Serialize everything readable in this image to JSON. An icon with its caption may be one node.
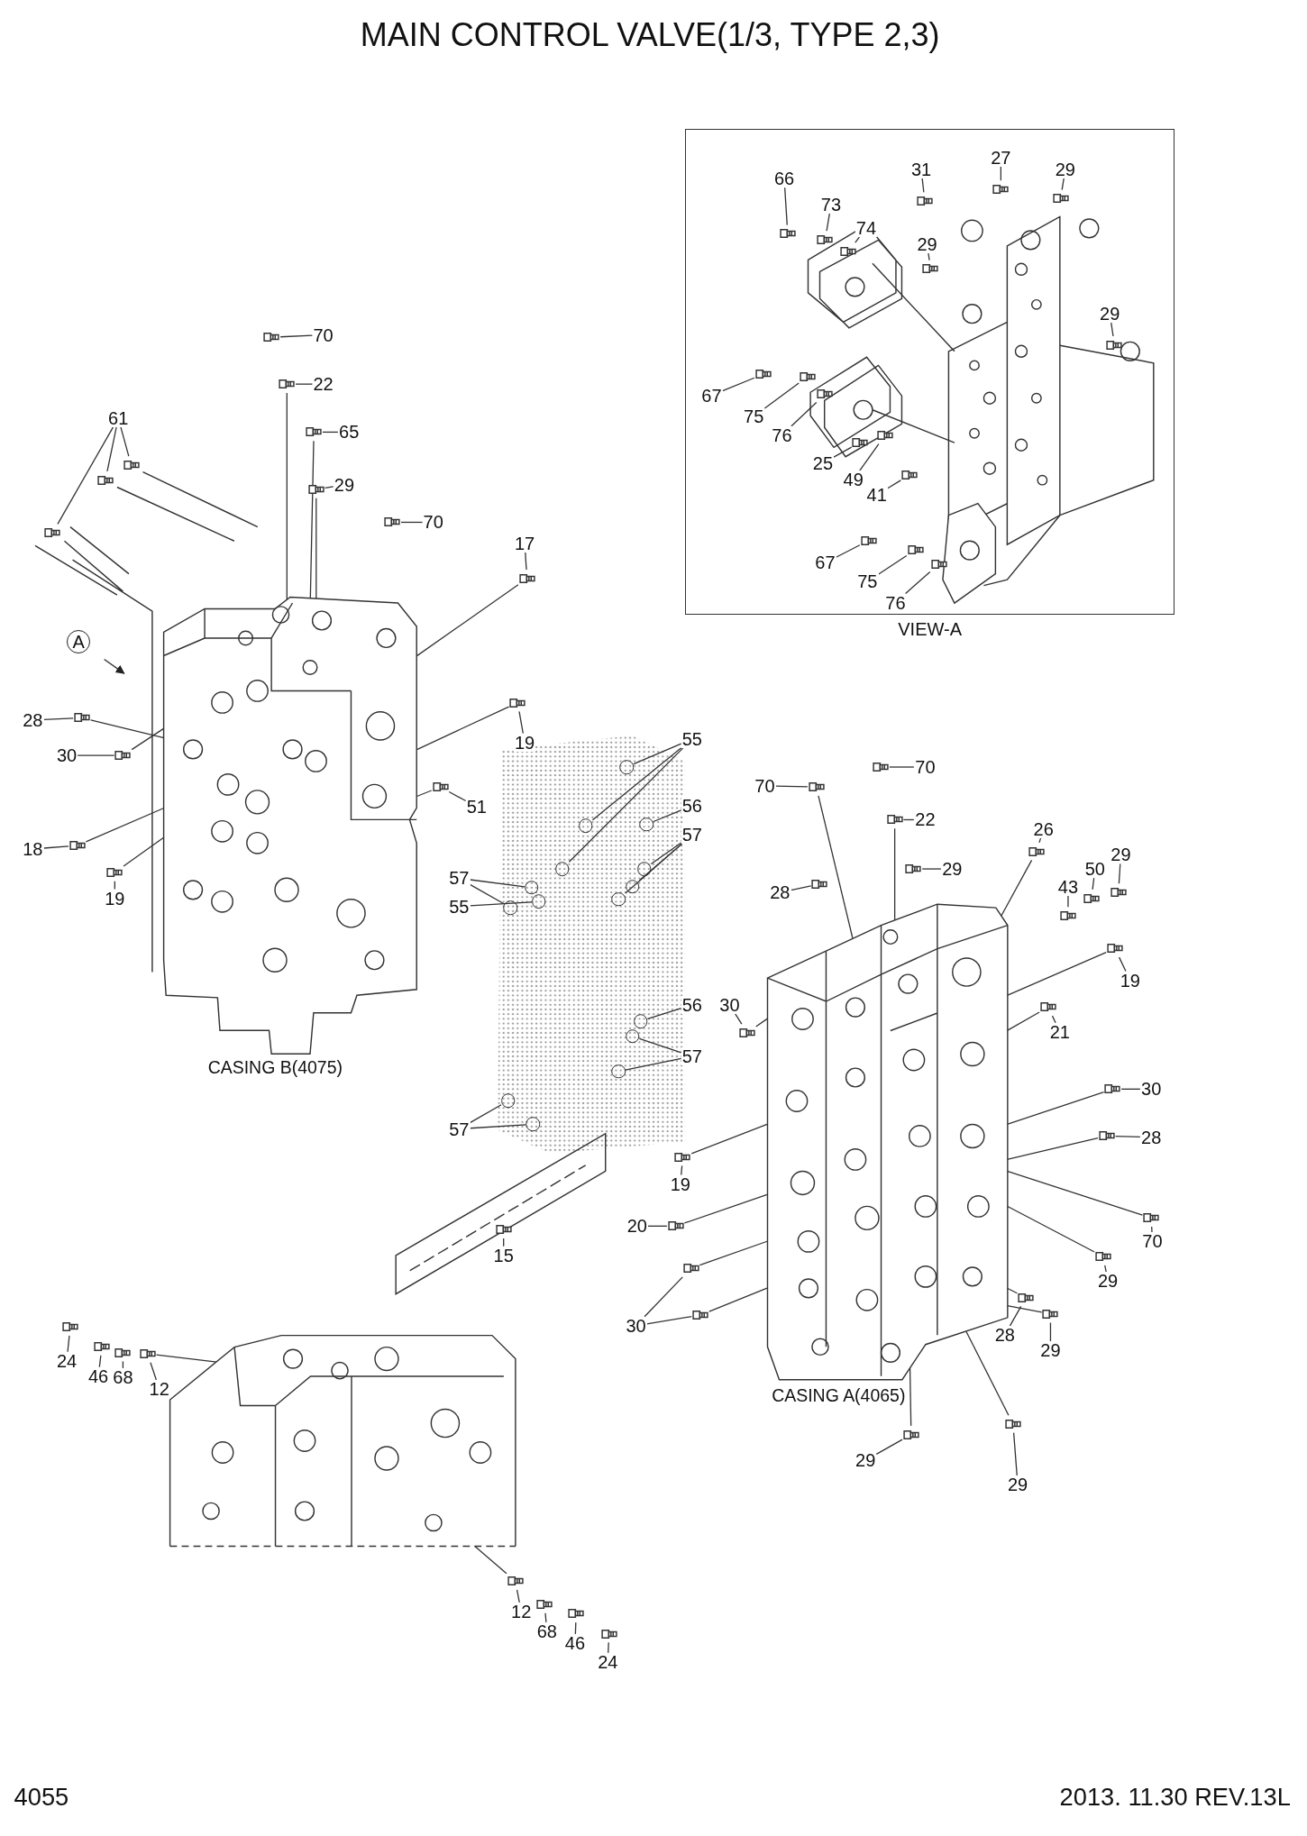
{
  "diagram": {
    "title": "MAIN CONTROL VALVE(1/3, TYPE 2,3)",
    "nodes": [
      {
        "text": [
          "VIEW-A"
        ]
      },
      {
        "text": [
          "66"
        ],
        "in": 0
      },
      {
        "text": [
          "73"
        ],
        "in": 0
      },
      {
        "text": [
          "74"
        ],
        "in": 0
      },
      {
        "text": [
          "31"
        ],
        "in": 0
      },
      {
        "text": [
          "27"
        ],
        "in": 0
      },
      {
        "text": [
          "29"
        ],
        "in": 0
      },
      {
        "text": [
          "29"
        ],
        "in": 0
      },
      {
        "text": [
          "29"
        ],
        "in": 0
      },
      {
        "text": [
          "67"
        ],
        "in": 0
      },
      {
        "text": [
          "75"
        ],
        "in": 0
      },
      {
        "text": [
          "76"
        ],
        "in": 0
      },
      {
        "text": [
          "25"
        ],
        "in": 0
      },
      {
        "text": [
          "49"
        ],
        "in": 0
      },
      {
        "text": [
          "41"
        ],
        "in": 0
      },
      {
        "text": [
          "67"
        ],
        "in": 0
      },
      {
        "text": [
          "75"
        ],
        "in": 0
      },
      {
        "text": [
          "76"
        ],
        "in": 0
      },
      {
        "text": [
          "70"
        ]
      },
      {
        "text": [
          "22"
        ]
      },
      {
        "text": [
          "61"
        ]
      },
      {
        "text": [
          "65"
        ]
      },
      {
        "text": [
          "29"
        ]
      },
      {
        "text": [
          "70"
        ]
      },
      {
        "text": [
          "17"
        ]
      },
      {
        "text": [
          "A"
        ]
      },
      {
        "text": [
          "28"
        ]
      },
      {
        "text": [
          "30"
        ]
      },
      {
        "text": [
          "19"
        ]
      },
      {
        "text": [
          "51"
        ]
      },
      {
        "text": [
          "18"
        ]
      },
      {
        "text": [
          "19"
        ]
      },
      {
        "text": [
          "55"
        ]
      },
      {
        "text": [
          "56"
        ]
      },
      {
        "text": [
          "57"
        ]
      },
      {
        "text": [
          "57"
        ]
      },
      {
        "text": [
          "55"
        ]
      },
      {
        "text": [
          "56"
        ]
      },
      {
        "text": [
          "57"
        ]
      },
      {
        "text": [
          "57"
        ]
      },
      {
        "text": [
          "15"
        ]
      },
      {
        "text": [
          "70"
        ]
      },
      {
        "text": [
          "70"
        ]
      },
      {
        "text": [
          "22"
        ]
      },
      {
        "text": [
          "26"
        ]
      },
      {
        "text": [
          "29"
        ]
      },
      {
        "text": [
          "50"
        ]
      },
      {
        "text": [
          "43"
        ]
      },
      {
        "text": [
          "29"
        ]
      },
      {
        "text": [
          "28"
        ]
      },
      {
        "text": [
          "19"
        ]
      },
      {
        "text": [
          "30"
        ]
      },
      {
        "text": [
          "21"
        ]
      },
      {
        "text": [
          "30"
        ]
      },
      {
        "text": [
          "28"
        ]
      },
      {
        "text": [
          "19"
        ]
      },
      {
        "text": [
          "20"
        ]
      },
      {
        "text": [
          "70"
        ]
      },
      {
        "text": [
          "29"
        ]
      },
      {
        "text": [
          "30"
        ]
      },
      {
        "text": [
          "28"
        ]
      },
      {
        "text": [
          "29"
        ]
      },
      {
        "text": [
          "29"
        ]
      },
      {
        "text": [
          "29"
        ]
      },
      {
        "text": [
          "24"
        ]
      },
      {
        "text": [
          "46"
        ]
      },
      {
        "text": [
          "68"
        ]
      },
      {
        "text": [
          "12"
        ]
      },
      {
        "text": [
          "12"
        ]
      },
      {
        "text": [
          "68"
        ]
      },
      {
        "text": [
          "46"
        ]
      },
      {
        "text": [
          "24"
        ]
      },
      {
        "text": [],
        "shape": "picture",
        "in": 0
      },
      {
        "text": [],
        "shape": "picture",
        "in": 0
      },
      {
        "text": [],
        "shape": "picture",
        "in": 0
      },
      {
        "text": [],
        "shape": "picture",
        "in": 0
      },
      {
        "text": [],
        "shape": "picture",
        "in": 0
      },
      {
        "text": [],
        "shape": "picture",
        "in": 0
      },
      {
        "text": [],
        "shape": "picture",
        "in": 0
      },
      {
        "text": [],
        "shape": "picture",
        "in": 0
      },
      {
        "text": [],
        "shape": "picture",
        "in": 0
      },
      {
        "text": [],
        "shape": "picture",
        "in": 0
      },
      {
        "text": [],
        "shape": "picture",
        "in": 0
      },
      {
        "text": [],
        "shape": "picture",
        "in": 0
      },
      {
        "text": [],
        "shape": "picture",
        "in": 0
      },
      {
        "text": [],
        "shape": "picture",
        "in": 0
      },
      {
        "text": [],
        "shape": "picture",
        "in": 0
      },
      {
        "text": [],
        "shape": "picture",
        "in": 0
      },
      {
        "text": [],
        "shape": "picture",
        "in": 0
      },
      {
        "text": [],
        "shape": "picture"
      },
      {
        "text": [],
        "shape": "picture"
      },
      {
        "text": [],
        "shape": "picture"
      },
      {
        "text": [],
        "shape": "picture"
      },
      {
        "text": [],
        "shape": "picture"
      },
      {
        "text": [],
        "shape": "picture"
      },
      {
        "text": [],
        "shape": "picture"
      },
      {
        "text": [],
        "shape": "picture"
      },
      {
        "text": [],
        "shape": "picture"
      },
      {
        "text": [],
        "shape": "picture"
      },
      {
        "text": [],
        "shape": "picture"
      },
      {
        "text": [],
        "shape": "picture"
      },
      {
        "text": [],
        "shape": "picture"
      },
      {
        "text": [],
        "shape": "picture"
      },
      {
        "text": [],
        "shape": "picture"
      },
      {
        "text": [],
        "shape": "circle"
      },
      {
        "text": [],
        "shape": "circle"
      },
      {
        "text": [],
        "shape": "circle"
      },
      {
        "text": [],
        "shape": "circle"
      },
      {
        "text": [],
        "shape": "circle"
      },
      {
        "text": [],
        "shape": "circle"
      },
      {
        "text": [],
        "shape": "circle"
      },
      {
        "text": [],
        "shape": "circle"
      },
      {
        "text": [],
        "shape": "circle"
      },
      {
        "text": [],
        "shape": "circle"
      },
      {
        "text": [],
        "shape": "circle"
      },
      {
        "text": [],
        "shape": "circle"
      },
      {
        "text": [],
        "shape": "circle"
      },
      {
        "text": [],
        "shape": "circle"
      },
      {
        "text": [],
        "shape": "circle"
      },
      {
        "text": [],
        "shape": "picture"
      },
      {
        "text": [],
        "shape": "picture"
      },
      {
        "text": [],
        "shape": "picture"
      },
      {
        "text": [],
        "shape": "picture"
      },
      {
        "text": [],
        "shape": "picture"
      },
      {
        "text": [],
        "shape": "picture"
      },
      {
        "text": [],
        "shape": "picture"
      },
      {
        "text": [],
        "shape": "picture"
      },
      {
        "text": [],
        "shape": "picture"
      },
      {
        "text": [],
        "shape": "picture"
      },
      {
        "text": [],
        "shape": "picture"
      },
      {
        "text": [],
        "shape": "picture"
      },
      {
        "text": [],
        "shape": "picture"
      },
      {
        "text": [],
        "shape": "picture"
      },
      {
        "text": [],
        "shape": "picture"
      },
      {
        "text": [],
        "shape": "picture"
      },
      {
        "text": [],
        "shape": "picture"
      },
      {
        "text": [],
        "shape": "picture"
      },
      {
        "text": [],
        "shape": "picture"
      },
      {
        "text": [],
        "shape": "picture"
      },
      {
        "text": [],
        "shape": "picture"
      },
      {
        "text": [],
        "shape": "picture"
      },
      {
        "text": [],
        "shape": "picture"
      },
      {
        "text": [],
        "shape": "picture"
      },
      {
        "text": [],
        "shape": "picture"
      },
      {
        "text": [],
        "shape": "picture"
      },
      {
        "text": [],
        "shape": "picture"
      },
      {
        "text": [],
        "shape": "picture"
      },
      {
        "text": [],
        "shape": "picture"
      },
      {
        "text": [],
        "shape": "picture"
      },
      {
        "text": [],
        "shape": "picture"
      },
      {
        "text": [],
        "shape": "picture"
      },
      {
        "text": [],
        "shape": "picture"
      },
      {
        "text": [],
        "shape": "picture",
        "beside": [
          "CASING B(4075)"
        ]
      },
      {
        "text": [],
        "shape": "picture",
        "beside": [
          "CASING A(4065)"
        ]
      },
      {
        "text": [],
        "shape": "picture"
      }
    ],
    "edges": [
      {
        "from": 1,
        "to": 72,
        "arrow": "none"
      },
      {
        "from": 2,
        "to": 73,
        "arrow": "none"
      },
      {
        "from": 3,
        "to": 74,
        "arrow": "none"
      },
      {
        "from": 4,
        "to": 75,
        "arrow": "none"
      },
      {
        "from": 5,
        "to": 76,
        "arrow": "none"
      },
      {
        "from": 6,
        "to": 77,
        "arrow": "none"
      },
      {
        "from": 7,
        "to": 78,
        "arrow": "none"
      },
      {
        "from": 8,
        "to": 79,
        "arrow": "none"
      },
      {
        "from": 9,
        "to": 80,
        "arrow": "none"
      },
      {
        "from": 10,
        "to": 81,
        "arrow": "none"
      },
      {
        "from": 11,
        "to": 82,
        "arrow": "none"
      },
      {
        "from": 12,
        "to": 83,
        "arrow": "none"
      },
      {
        "from": 13,
        "to": 84,
        "arrow": "none"
      },
      {
        "from": 14,
        "to": 85,
        "arrow": "none"
      },
      {
        "from": 15,
        "to": 86,
        "arrow": "none"
      },
      {
        "from": 16,
        "to": 87,
        "arrow": "none"
      },
      {
        "from": 17,
        "to": 88,
        "arrow": "none"
      },
      {
        "from": 18,
        "to": 89,
        "arrow": "none"
      },
      {
        "from": 19,
        "to": 90,
        "arrow": "none"
      },
      {
        "from": 20,
        "to": 91,
        "arrow": "none"
      },
      {
        "from": 20,
        "to": 92,
        "arrow": "none"
      },
      {
        "from": 20,
        "to": 93,
        "arrow": "none"
      },
      {
        "from": 21,
        "to": 94,
        "arrow": "none"
      },
      {
        "from": 22,
        "to": 95,
        "arrow": "none"
      },
      {
        "from": 23,
        "to": 96,
        "arrow": "none"
      },
      {
        "from": 24,
        "to": 97,
        "arrow": "none"
      },
      {
        "from": 26,
        "to": 98,
        "arrow": "none"
      },
      {
        "from": 27,
        "to": 99,
        "arrow": "none"
      },
      {
        "from": 28,
        "to": 100,
        "arrow": "none"
      },
      {
        "from": 29,
        "to": 101,
        "arrow": "none"
      },
      {
        "from": 30,
        "to": 102,
        "arrow": "none"
      },
      {
        "from": 31,
        "to": 103,
        "arrow": "none"
      },
      {
        "from": 32,
        "to": 104,
        "arrow": "none"
      },
      {
        "from": 32,
        "to": 105,
        "arrow": "none"
      },
      {
        "from": 32,
        "to": 106,
        "arrow": "none"
      },
      {
        "from": 33,
        "to": 107,
        "arrow": "none"
      },
      {
        "from": 34,
        "to": 108,
        "arrow": "none"
      },
      {
        "from": 34,
        "to": 109,
        "arrow": "none"
      },
      {
        "from": 34,
        "to": 110,
        "arrow": "none"
      },
      {
        "from": 35,
        "to": 111,
        "arrow": "none"
      },
      {
        "from": 35,
        "to": 112,
        "arrow": "none"
      },
      {
        "from": 36,
        "to": 113,
        "arrow": "none"
      },
      {
        "from": 37,
        "to": 114,
        "arrow": "none"
      },
      {
        "from": 38,
        "to": 115,
        "arrow": "none"
      },
      {
        "from": 38,
        "to": 116,
        "arrow": "none"
      },
      {
        "from": 39,
        "to": 117,
        "arrow": "none"
      },
      {
        "from": 39,
        "to": 118,
        "arrow": "none"
      },
      {
        "from": 40,
        "to": 119,
        "arrow": "none"
      },
      {
        "from": 41,
        "to": 120,
        "arrow": "none"
      },
      {
        "from": 42,
        "to": 121,
        "arrow": "none"
      },
      {
        "from": 43,
        "to": 122,
        "arrow": "none"
      },
      {
        "from": 44,
        "to": 123,
        "arrow": "none"
      },
      {
        "from": 45,
        "to": 124,
        "arrow": "none"
      },
      {
        "from": 46,
        "to": 125,
        "arrow": "none"
      },
      {
        "from": 47,
        "to": 126,
        "arrow": "none"
      },
      {
        "from": 48,
        "to": 127,
        "arrow": "none"
      },
      {
        "from": 49,
        "to": 128,
        "arrow": "none"
      },
      {
        "from": 50,
        "to": 129,
        "arrow": "none"
      },
      {
        "from": 51,
        "to": 130,
        "arrow": "none"
      },
      {
        "from": 52,
        "to": 131,
        "arrow": "none"
      },
      {
        "from": 53,
        "to": 132,
        "arrow": "none"
      },
      {
        "from": 54,
        "to": 133,
        "arrow": "none"
      },
      {
        "from": 55,
        "to": 134,
        "arrow": "none"
      },
      {
        "from": 56,
        "to": 135,
        "arrow": "none"
      },
      {
        "from": 57,
        "to": 136,
        "arrow": "none"
      },
      {
        "from": 58,
        "to": 137,
        "arrow": "none"
      },
      {
        "from": 59,
        "to": 138,
        "arrow": "none"
      },
      {
        "from": 59,
        "to": 139,
        "arrow": "none"
      },
      {
        "from": 60,
        "to": 140,
        "arrow": "none"
      },
      {
        "from": 61,
        "to": 141,
        "arrow": "none"
      },
      {
        "from": 62,
        "to": 142,
        "arrow": "none"
      },
      {
        "from": 63,
        "to": 143,
        "arrow": "none"
      },
      {
        "from": 64,
        "to": 144,
        "arrow": "none"
      },
      {
        "from": 65,
        "to": 145,
        "arrow": "none"
      },
      {
        "from": 66,
        "to": 146,
        "arrow": "none"
      },
      {
        "from": 67,
        "to": 147,
        "arrow": "none"
      },
      {
        "from": 68,
        "to": 148,
        "arrow": "none"
      },
      {
        "from": 69,
        "to": 149,
        "arrow": "none"
      },
      {
        "from": 70,
        "to": 150,
        "arrow": "none"
      },
      {
        "from": 71,
        "to": 151,
        "arrow": "none"
      },
      {
        "from": 90,
        "to": 152,
        "arrow": "none"
      },
      {
        "from": 94,
        "to": 152,
        "arrow": "none"
      },
      {
        "from": 95,
        "to": 152,
        "arrow": "none"
      },
      {
        "from": 97,
        "to": 152,
        "arrow": "none"
      },
      {
        "from": 98,
        "to": 152,
        "arrow": "none"
      },
      {
        "from": 99,
        "to": 152,
        "arrow": "none"
      },
      {
        "from": 100,
        "to": 152,
        "arrow": "none"
      },
      {
        "from": 101,
        "to": 152,
        "arrow": "none"
      },
      {
        "from": 102,
        "to": 152,
        "arrow": "none"
      },
      {
        "from": 103,
        "to": 152,
        "arrow": "none"
      },
      {
        "from": 120,
        "to": 153,
        "arrow": "none"
      },
      {
        "from": 122,
        "to": 153,
        "arrow": "none"
      },
      {
        "from": 123,
        "to": 153,
        "arrow": "none"
      },
      {
        "from": 129,
        "to": 153,
        "arrow": "none"
      },
      {
        "from": 130,
        "to": 153,
        "arrow": "none"
      },
      {
        "from": 131,
        "to": 153,
        "arrow": "none"
      },
      {
        "from": 132,
        "to": 153,
        "arrow": "none"
      },
      {
        "from": 133,
        "to": 153,
        "arrow": "none"
      },
      {
        "from": 134,
        "to": 153,
        "arrow": "none"
      },
      {
        "from": 135,
        "to": 153,
        "arrow": "none"
      },
      {
        "from": 136,
        "to": 153,
        "arrow": "none"
      },
      {
        "from": 137,
        "to": 153,
        "arrow": "none"
      },
      {
        "from": 138,
        "to": 153,
        "arrow": "none"
      },
      {
        "from": 139,
        "to": 153,
        "arrow": "none"
      },
      {
        "from": 140,
        "to": 153,
        "arrow": "none"
      },
      {
        "from": 141,
        "to": 153,
        "arrow": "none"
      },
      {
        "from": 142,
        "to": 153,
        "arrow": "none"
      },
      {
        "from": 143,
        "to": 153,
        "arrow": "none"
      },
      {
        "from": 147,
        "to": 154,
        "arrow": "none"
      },
      {
        "from": 148,
        "to": 154,
        "arrow": "none"
      }
    ],
    "labels": [
      "4055",
      "2013. 11.30  REV.13L"
    ]
  }
}
